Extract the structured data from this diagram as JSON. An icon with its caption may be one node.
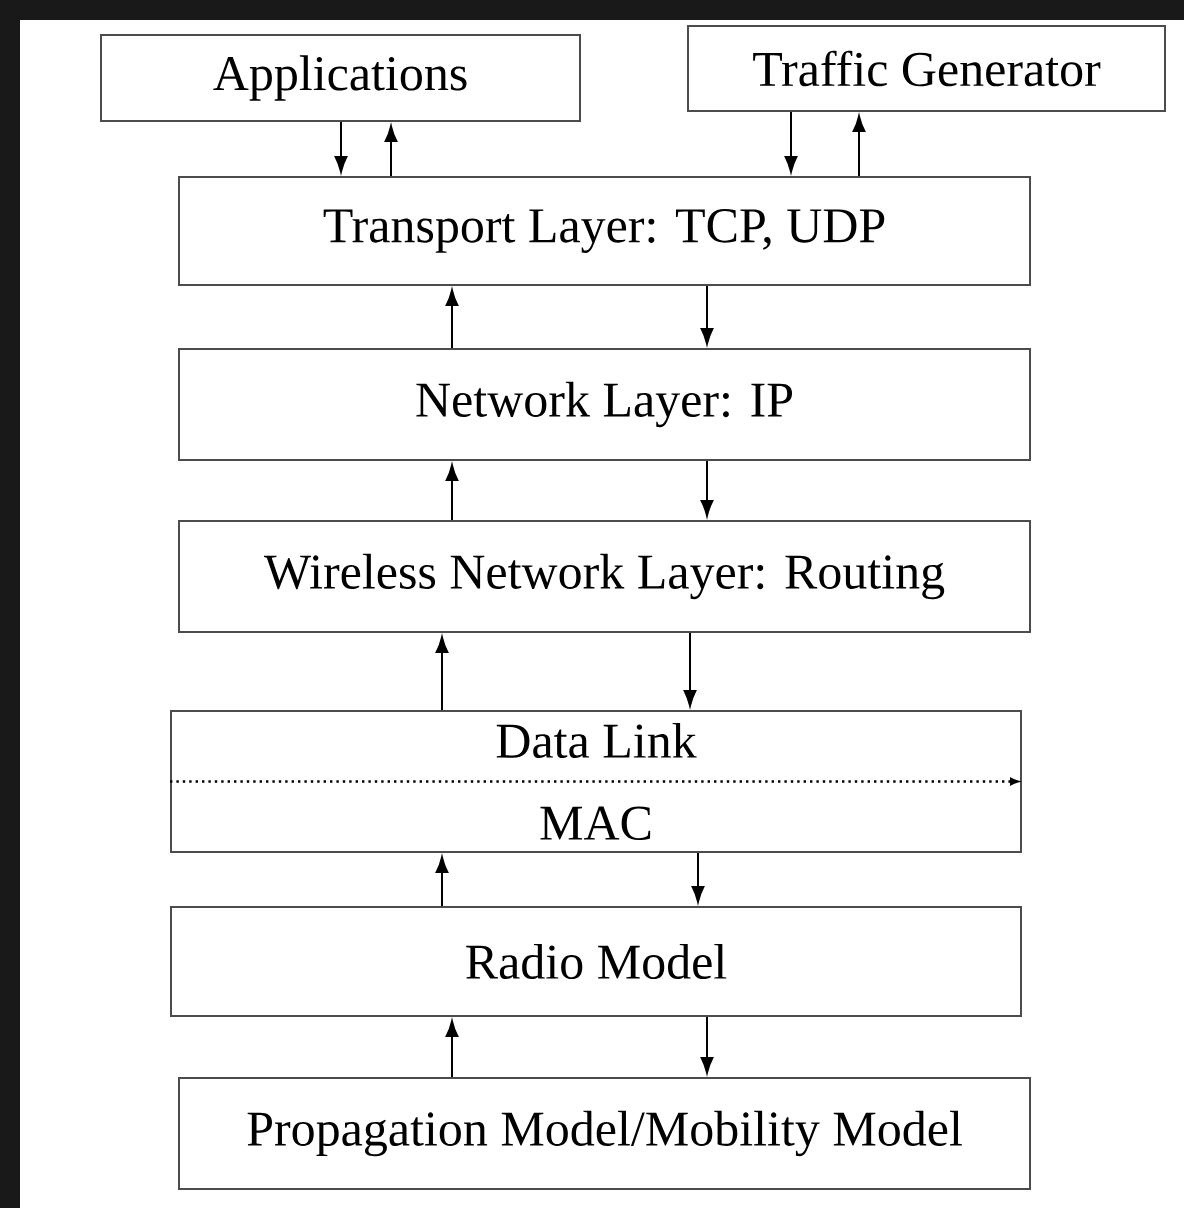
{
  "diagram": {
    "nodes": [
      {
        "text": [
          "Applications"
        ]
      },
      {
        "text": [
          "Traffic Generator"
        ]
      },
      {
        "text": [
          "Transport Layer: TCP, UDP"
        ]
      },
      {
        "text": [
          "Network Layer: IP"
        ]
      },
      {
        "text": [
          "Wireless Network Layer: Routing"
        ]
      },
      {
        "text": [
          "Data Link",
          "MAC"
        ]
      },
      {
        "text": [
          "Radio Model"
        ]
      },
      {
        "text": [
          "Propagation Model/Mobility Model"
        ]
      }
    ],
    "edges": [
      {
        "from": 0,
        "to": 2,
        "arrow": "to"
      },
      {
        "from": 2,
        "to": 0,
        "arrow": "to"
      },
      {
        "from": 1,
        "to": 2,
        "arrow": "to"
      },
      {
        "from": 2,
        "to": 1,
        "arrow": "to"
      },
      {
        "from": 3,
        "to": 2,
        "arrow": "to"
      },
      {
        "from": 2,
        "to": 3,
        "arrow": "to"
      },
      {
        "from": 4,
        "to": 3,
        "arrow": "to"
      },
      {
        "from": 3,
        "to": 4,
        "arrow": "to"
      },
      {
        "from": 5,
        "to": 4,
        "arrow": "to"
      },
      {
        "from": 4,
        "to": 5,
        "arrow": "to"
      },
      {
        "from": 6,
        "to": 5,
        "arrow": "to"
      },
      {
        "from": 5,
        "to": 6,
        "arrow": "to"
      },
      {
        "from": 7,
        "to": 6,
        "arrow": "to"
      },
      {
        "from": 6,
        "to": 7,
        "arrow": "to"
      }
    ]
  }
}
